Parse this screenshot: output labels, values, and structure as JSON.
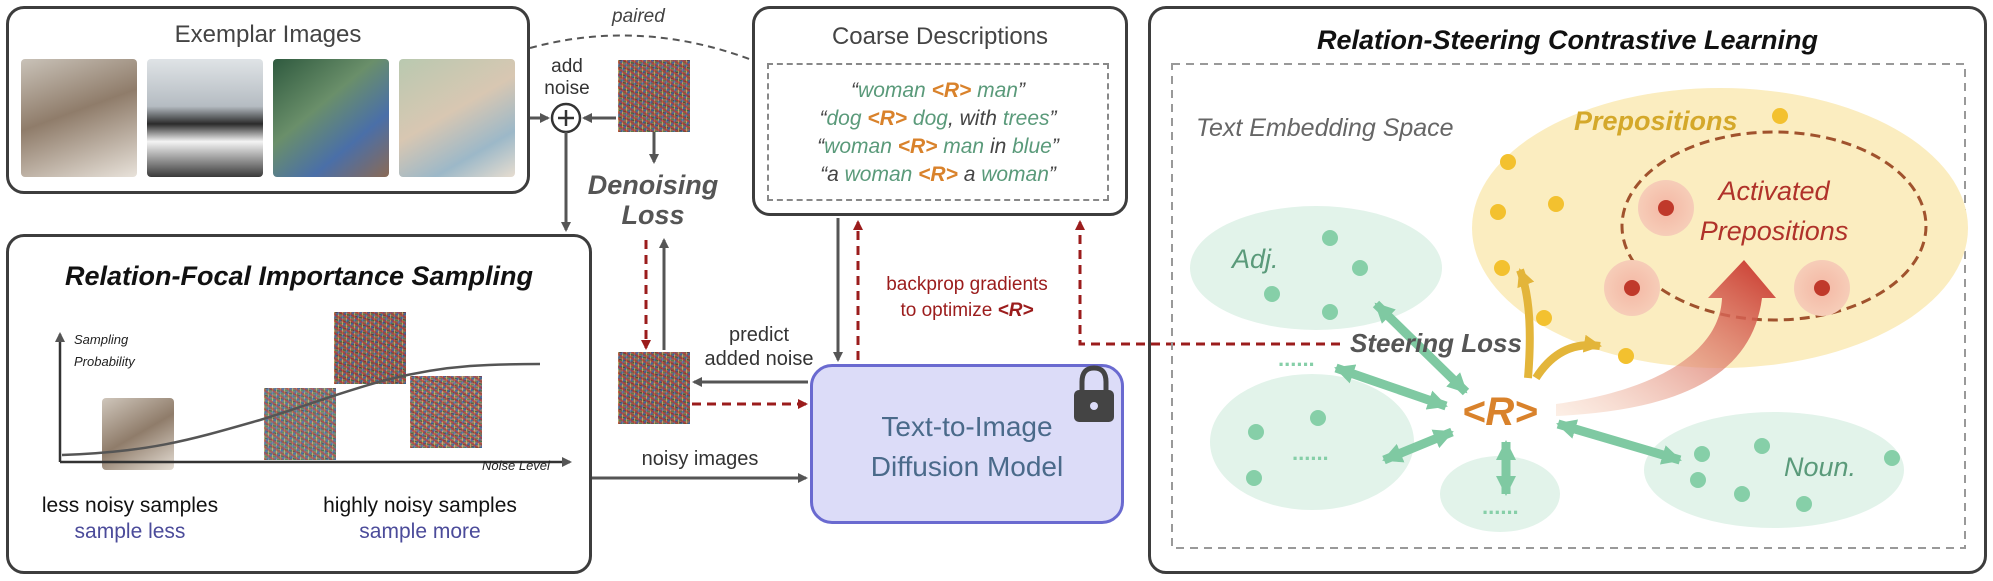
{
  "exemplar": {
    "title": "Exemplar Images",
    "paired": "paired",
    "add_noise": [
      "add",
      "noise"
    ]
  },
  "coarse": {
    "title": "Coarse Descriptions",
    "lines": [
      [
        {
          "t": "“",
          "c": ""
        },
        {
          "t": "woman",
          "c": "g"
        },
        {
          "t": " <R> ",
          "c": "r"
        },
        {
          "t": "man",
          "c": "g"
        },
        {
          "t": "”",
          "c": ""
        }
      ],
      [
        {
          "t": "“",
          "c": ""
        },
        {
          "t": "dog",
          "c": "g"
        },
        {
          "t": " <R> ",
          "c": "r"
        },
        {
          "t": "dog",
          "c": "g"
        },
        {
          "t": ", with ",
          "c": ""
        },
        {
          "t": "trees",
          "c": "g"
        },
        {
          "t": "”",
          "c": ""
        }
      ],
      [
        {
          "t": "“",
          "c": ""
        },
        {
          "t": "woman",
          "c": "g"
        },
        {
          "t": " <R> ",
          "c": "r"
        },
        {
          "t": "man",
          "c": "g"
        },
        {
          "t": " in ",
          "c": ""
        },
        {
          "t": "blue",
          "c": "g"
        },
        {
          "t": "”",
          "c": ""
        }
      ],
      [
        {
          "t": "“a ",
          "c": ""
        },
        {
          "t": "woman",
          "c": "g"
        },
        {
          "t": " <R> ",
          "c": "r"
        },
        {
          "t": "a ",
          "c": ""
        },
        {
          "t": "woman",
          "c": "g"
        },
        {
          "t": "”",
          "c": ""
        }
      ]
    ]
  },
  "denoising": {
    "line1": "Denoising",
    "line2": "Loss"
  },
  "backprop": {
    "line1": "backprop gradients",
    "line2_prefix": "to optimize ",
    "line2_token": "<R>"
  },
  "predict": {
    "line1": "predict",
    "line2": "added noise"
  },
  "noisy_images": "noisy images",
  "diffusion": {
    "line1": "Text-to-Image",
    "line2": "Diffusion Model"
  },
  "sampling": {
    "title": "Relation-Focal Importance Sampling",
    "ylabel": [
      "Sampling",
      "Probability"
    ],
    "xlabel": "Noise Level",
    "less_noisy": "less noisy samples",
    "sample_less": "sample less",
    "highly_noisy": "highly noisy samples",
    "sample_more": "sample more"
  },
  "contrastive": {
    "title": "Relation-Steering Contrastive Learning",
    "space": "Text Embedding Space",
    "prepositions": "Prepositions",
    "activated": [
      "Activated",
      "Prepositions"
    ],
    "adj": "Adj.",
    "noun": "Noun.",
    "dots": "......",
    "steering": "Steering Loss",
    "token": "<R>"
  },
  "colors": {
    "border": "#3d3d3d",
    "dark_red": "#9b1c1c",
    "green": "#5a9a7a",
    "orange": "#d9822b",
    "lavender": "#dcdcf8",
    "blue_border": "#6a6ad0",
    "yellow_region": "#fbedc0",
    "green_region": "#e2f3ea"
  }
}
